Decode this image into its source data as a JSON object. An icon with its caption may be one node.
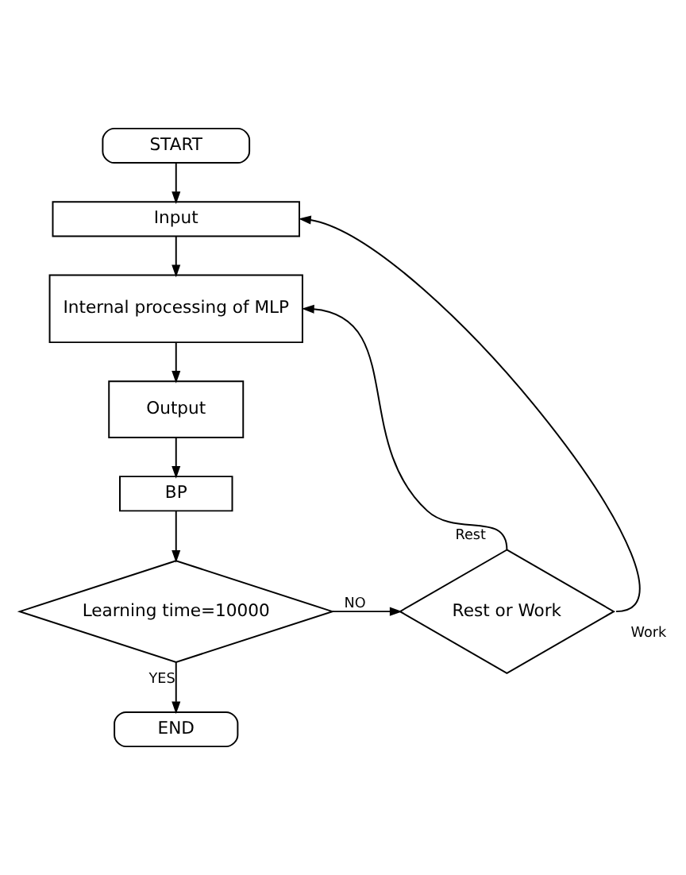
{
  "diagram": {
    "nodes": [
      {
        "text": [
          "START"
        ]
      },
      {
        "text": [
          "Input"
        ]
      },
      {
        "text": [
          "Internal processing of MLP"
        ]
      },
      {
        "text": [
          "Output"
        ]
      },
      {
        "text": [
          "BP"
        ]
      },
      {
        "text": [
          "Learning time=10000"
        ]
      },
      {
        "text": [
          "Rest or Work"
        ]
      },
      {
        "text": [
          "END"
        ]
      }
    ],
    "edges": [
      {
        "from": 0,
        "to": 1,
        "arrow": "to"
      },
      {
        "from": 1,
        "to": 2,
        "arrow": "to"
      },
      {
        "from": 2,
        "to": 3,
        "arrow": "to"
      },
      {
        "from": 3,
        "to": 4,
        "arrow": "to"
      },
      {
        "from": 4,
        "to": 5,
        "arrow": "to"
      },
      {
        "from": 5,
        "to": 6,
        "arrow": "to",
        "label": "NO"
      },
      {
        "from": 5,
        "to": 7,
        "arrow": "to",
        "label": "YES"
      },
      {
        "from": 6,
        "to": 2,
        "arrow": "to",
        "label": "Rest"
      },
      {
        "from": 6,
        "to": 1,
        "arrow": "to",
        "label": "Work"
      }
    ]
  }
}
